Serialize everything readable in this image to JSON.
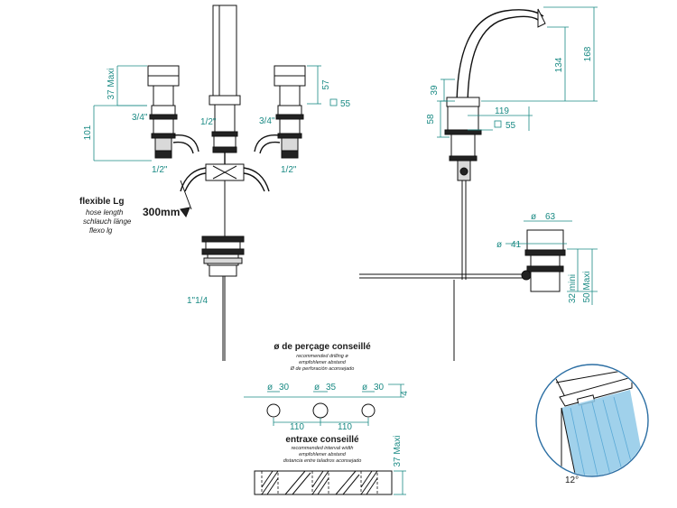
{
  "front_view": {
    "dim_37_maxi": "37 Maxi",
    "dim_101": "101",
    "dim_57": "57",
    "dim_55": "55",
    "thread_left": "3/4\"",
    "thread_right": "3/4\"",
    "thread_center": "1/2\"",
    "thread_bottom_left": "1/2\"",
    "thread_bottom_right": "1/2\"",
    "hose_title": "flexible Lg",
    "hose_en": "hose length",
    "hose_de": "schlauch länge",
    "hose_es": "flexo lg",
    "hose_length": "300mm",
    "waste_thread": "1\"1/4"
  },
  "side_view": {
    "dim_168": "168",
    "dim_134": "134",
    "dim_39": "39",
    "dim_58": "58",
    "dim_119": "119",
    "dim_55": "55",
    "dim_63": "63",
    "dim_41": "41",
    "dim_32_mini": "32 mini",
    "dim_50_maxi": "50 Maxi"
  },
  "drilling": {
    "title": "ø de perçage conseillé",
    "en": "recommended drilling ø",
    "de": "empfohlener abstand",
    "es": "Ø de perforación aconsejado",
    "d1": "30",
    "d2": "35",
    "d3": "30",
    "dim_4": "4",
    "dim_110_left": "110",
    "dim_110_right": "110"
  },
  "spacing": {
    "title": "entraxe conseillé",
    "en": "recommended interval width",
    "de": "empfohlener abstand",
    "es": "distancia entre taladros aconsejado",
    "dim_37_maxi": "37 Maxi"
  },
  "detail": {
    "angle": "12°"
  },
  "colors": {
    "dimension": "#1a8a84",
    "line": "#111111",
    "spray": "#8fc9e8",
    "detail_border": "#2b6ea3"
  }
}
